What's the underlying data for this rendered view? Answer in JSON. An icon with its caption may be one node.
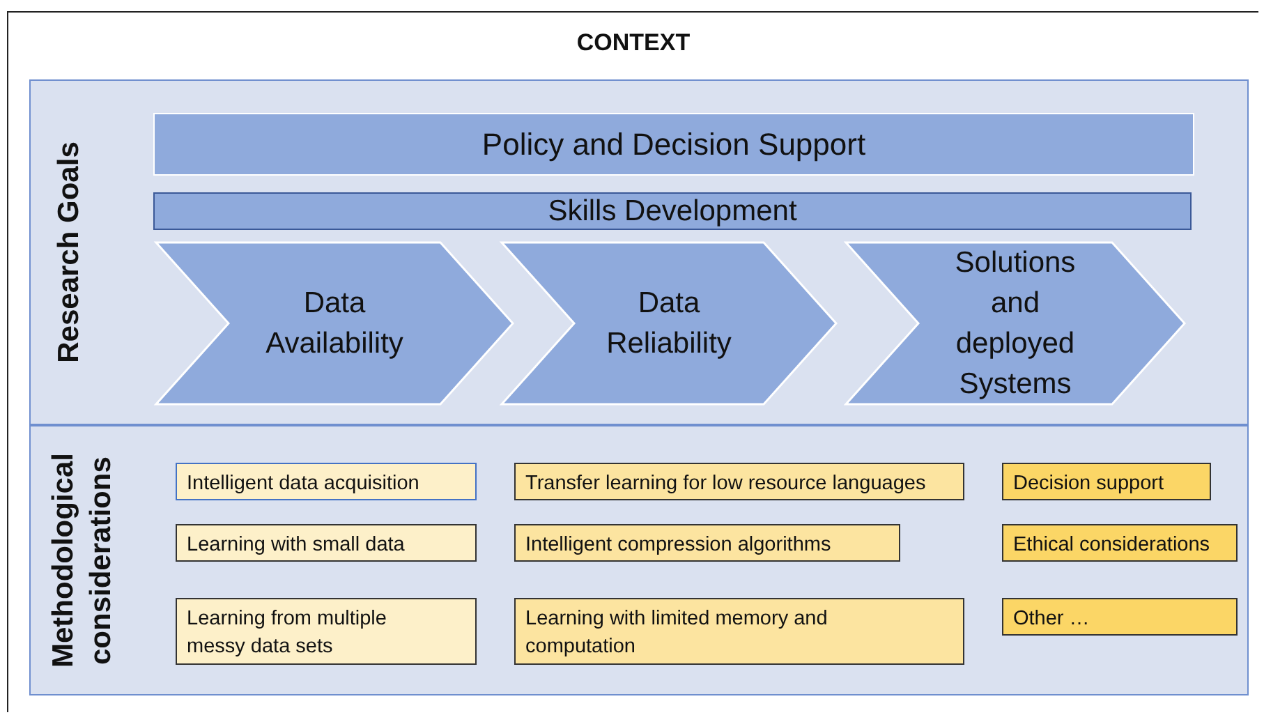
{
  "diagram": {
    "nodes": [
      {
        "text": [
          "CONTEXT"
        ]
      },
      {
        "text": [
          "Research Goals"
        ],
        "in": 0
      },
      {
        "text": [
          "Policy and Decision Support"
        ],
        "in": 1
      },
      {
        "text": [
          "Skills Development"
        ],
        "in": 1
      },
      {
        "text": [
          "Data Availability"
        ],
        "in": 1
      },
      {
        "text": [
          "Data Reliability"
        ],
        "in": 1
      },
      {
        "text": [
          "Solutions and deployed Systems"
        ],
        "in": 1
      },
      {
        "text": [
          "Methodological considerations"
        ],
        "in": 0
      },
      {
        "text": [
          "Intelligent data acquisition"
        ],
        "in": 7
      },
      {
        "text": [
          "Transfer learning for low resource languages"
        ],
        "in": 7
      },
      {
        "text": [
          "Decision support"
        ],
        "in": 7
      },
      {
        "text": [
          "Learning with small data"
        ],
        "in": 7
      },
      {
        "text": [
          "Intelligent compression algorithms"
        ],
        "in": 7
      },
      {
        "text": [
          "Ethical considerations"
        ],
        "in": 7
      },
      {
        "text": [
          "Learning from multiple messy data sets"
        ],
        "in": 7
      },
      {
        "text": [
          "Learning with limited memory and computation"
        ],
        "in": 7
      },
      {
        "text": [
          "Other …"
        ],
        "in": 7
      }
    ]
  }
}
